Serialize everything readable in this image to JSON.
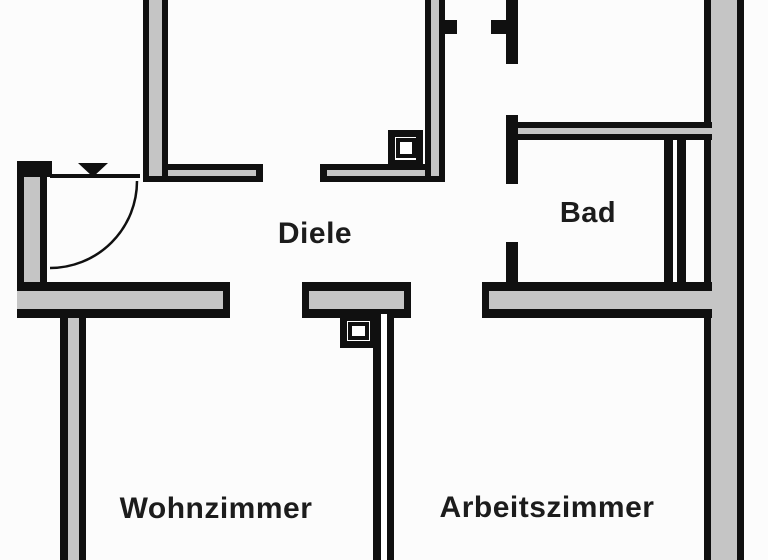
{
  "document": {
    "type": "apartment floor plan (scan)"
  },
  "rooms": [
    {
      "id": "diele",
      "label": "Diele"
    },
    {
      "id": "bad",
      "label": "Bad"
    },
    {
      "id": "wohnzimmer",
      "label": "Wohnzimmer"
    },
    {
      "id": "arbeitszimmer",
      "label": "Arbeitszimmer"
    }
  ],
  "colors": {
    "wall_fill": "#c5c5c5",
    "wall_outline": "#101010",
    "background": "#fcfcfc",
    "label_text": "#1c1c1c"
  }
}
